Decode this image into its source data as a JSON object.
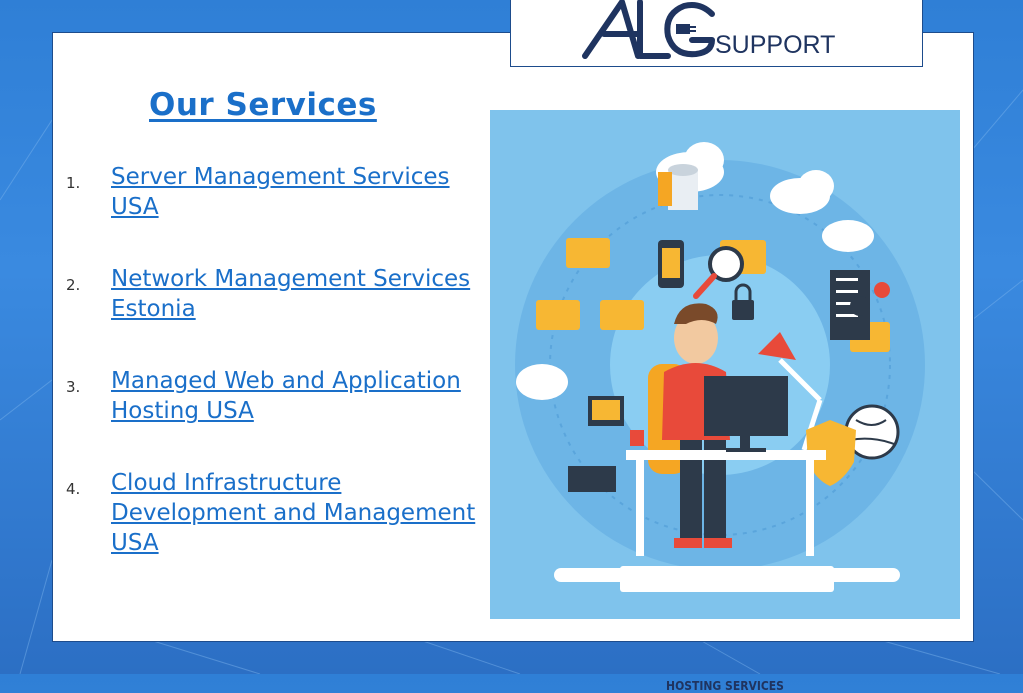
{
  "logo": {
    "text": "SUPPORT",
    "mark": "ALG"
  },
  "title": "Our Services",
  "services": [
    {
      "num": "1.",
      "label": "Server Management Services USA"
    },
    {
      "num": "2.",
      "label": "Network Management Services Estonia"
    },
    {
      "num": "3.",
      "label": "Managed Web and Application Hosting USA"
    },
    {
      "num": "4.",
      "label": "Cloud Infrastructure Development and Management USA"
    }
  ],
  "illustration": {
    "caption": "HOSTING SERVICES"
  },
  "colors": {
    "accent": "#1a6fc9",
    "illustration_bg": "#7fc3ec",
    "background": "#2f7fd6"
  }
}
